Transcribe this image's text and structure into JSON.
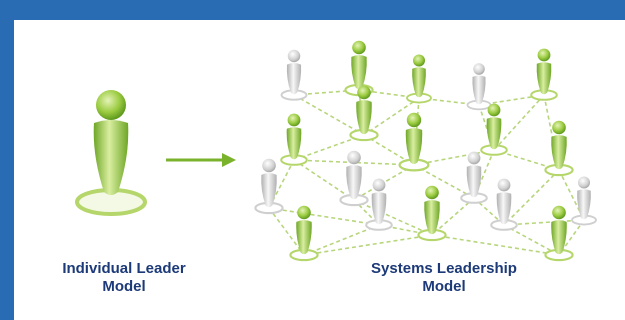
{
  "left_caption": {
    "line1": "Individual Leader",
    "line2": "Model"
  },
  "right_caption": {
    "line1": "Systems Leadership",
    "line2": "Model"
  },
  "colors": {
    "frame": "#2a6cb3",
    "caption": "#1d3a78",
    "arrow": "#7ab22c",
    "figure_green": "#8cc63f",
    "figure_grey": "#c9c9c9",
    "link": "#b7d67c"
  },
  "icons": [
    "person-icon",
    "arrow-right-icon",
    "network-icon"
  ]
}
